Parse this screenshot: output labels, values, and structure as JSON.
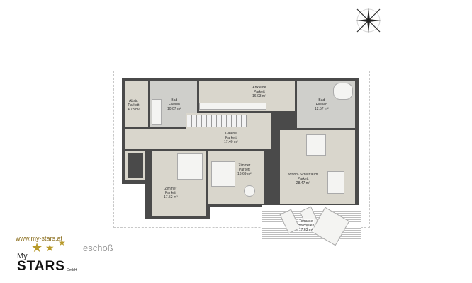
{
  "plan": {
    "floor_label": "eschoß",
    "rooms": [
      {
        "name": "Abstr.",
        "floor": "Parkett",
        "area": "4.73 m²"
      },
      {
        "name": "Bad",
        "floor": "Fliesen",
        "area": "10.07 m²"
      },
      {
        "name": "Ankleide",
        "floor": "Parkett",
        "area": "16.03 m²"
      },
      {
        "name": "Bad",
        "floor": "Fliesen",
        "area": "12.57 m²"
      },
      {
        "name": "Galerie",
        "floor": "Parkett",
        "area": "17.40 m²"
      },
      {
        "name": "Zimmer",
        "floor": "Parkett",
        "area": "16.69 m²"
      },
      {
        "name": "Wohn- Schlafraum",
        "floor": "Parkett",
        "area": "28.47 m²"
      },
      {
        "name": "Zimmer",
        "floor": "Parkett",
        "area": "17.52 m²"
      },
      {
        "name": "Terrasse",
        "floor": "Holzdielen",
        "area": "17.63 m²"
      }
    ],
    "compass_icon": "compass-rose-icon"
  },
  "logo": {
    "url": "www.my-stars.at",
    "my": "My",
    "stars": "STARS",
    "gmbh": "GmbH",
    "star_color": "#b89a2a"
  }
}
